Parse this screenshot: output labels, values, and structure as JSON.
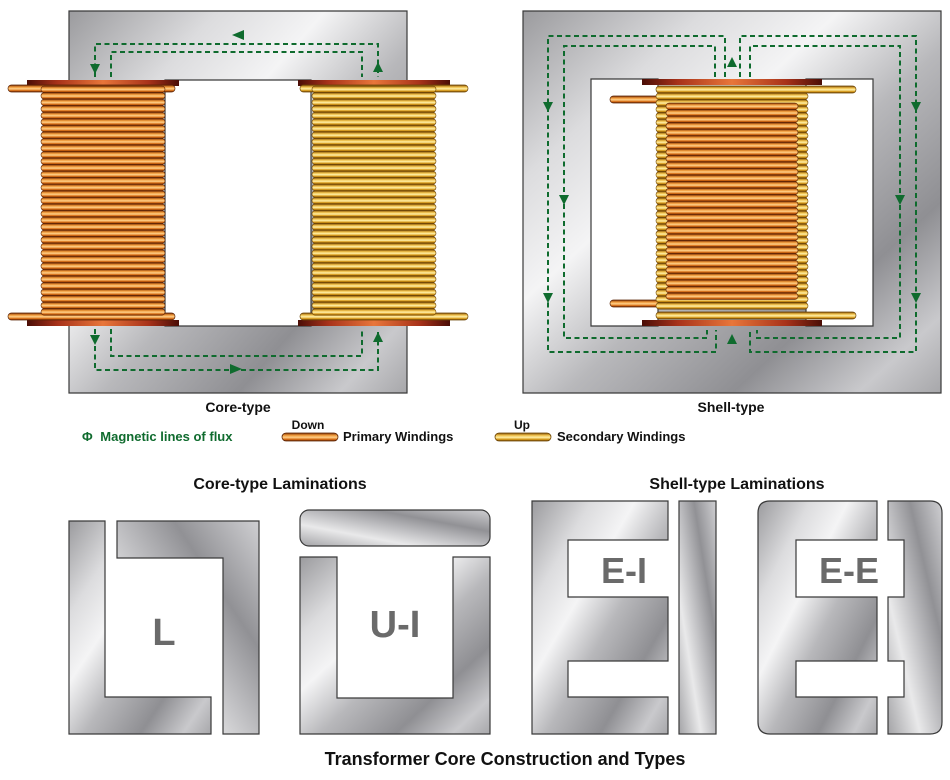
{
  "title": "Transformer Core Construction and Types",
  "core_type": {
    "label": "Core-type"
  },
  "shell_type": {
    "label": "Shell-type"
  },
  "legend": {
    "flux_symbol": "Φ",
    "flux_label": "Magnetic lines of flux",
    "primary_tag": "Down",
    "primary_label": "Primary Windings",
    "secondary_tag": "Up",
    "secondary_label": "Secondary Windings"
  },
  "laminations": {
    "core_heading": "Core-type Laminations",
    "shell_heading": "Shell-type Laminations",
    "items": [
      {
        "name": "L",
        "label": "L"
      },
      {
        "name": "U-I",
        "label": "U-I"
      },
      {
        "name": "E-I",
        "label": "E-I"
      },
      {
        "name": "E-E",
        "label": "E-E"
      }
    ]
  },
  "colors": {
    "flux": "#0f6b2e",
    "primary_winding": "#e07d1c",
    "secondary_winding": "#e8b22c",
    "steel": "#c2c2c4"
  }
}
